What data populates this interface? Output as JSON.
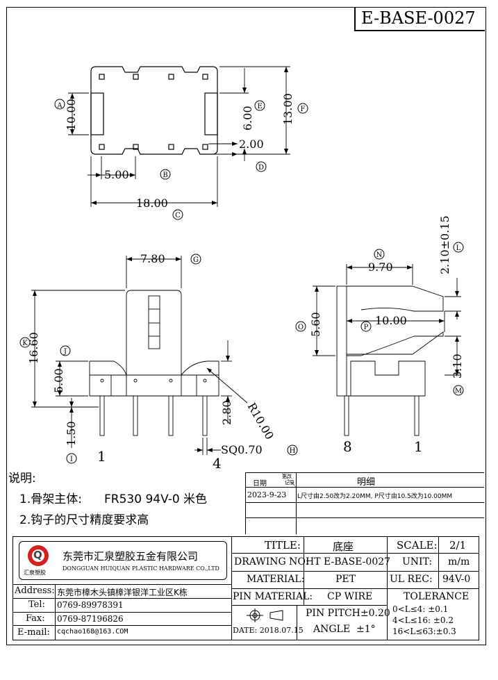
{
  "drawing_id": "E-BASE-0027",
  "top_view": {
    "dim_A": "10.00",
    "label_A": "A",
    "dim_E": "6.00",
    "label_E": "E",
    "dim_F": "13.00",
    "label_F": "F",
    "dim_D": "2.00",
    "label_D": "D",
    "dim_B": "5.00",
    "label_B": "B",
    "dim_C": "18.00",
    "label_C": "C"
  },
  "front_view": {
    "dim_G": "7.80",
    "label_G": "G",
    "dim_K": "16.60",
    "label_K": "K",
    "dim_J": "5.00",
    "label_J": "J",
    "dim_I": "1.50",
    "label_I": "I",
    "dim_pin": "2.80",
    "radius": "R10.00",
    "sq": "SQ0.70",
    "label_H": "H",
    "pin_first": "1",
    "pin_last": "4"
  },
  "side_view": {
    "dim_N": "9.70",
    "label_N": "N",
    "dim_L": "2.10±0.15",
    "label_L": "L",
    "dim_O": "5.60",
    "label_O": "O",
    "dim_P": "10.00",
    "label_P": "P",
    "dim_M": "3.10",
    "label_M": "M",
    "pin_left": "8",
    "pin_right": "1"
  },
  "notes": {
    "title": "说明:",
    "line1_label": "1.骨架主体:",
    "line1_value": "FR530 94V-0 米色",
    "line2": "2.钩子的尺寸精度要求高"
  },
  "revision": {
    "col_date": "日期",
    "col_change_top": "更改",
    "col_change_bottom": "记录",
    "col_detail": "明细",
    "rows": [
      {
        "date": "2023-9-23",
        "detail": "L尺寸由2.50改为2.20MM, P尺寸由10.5改为10.00MM"
      }
    ]
  },
  "title_block": {
    "company_cn": "东莞市汇泉塑胶五金有限公司",
    "company_en": "DONGGUAN HUIQUAN PLASTIC HARDWARE CO.,LTD",
    "logo_text": "汇泉塑胶",
    "logo_letter": "Q",
    "address_label": "Address:",
    "address": "东莞市樟木头镇樟洋银洋工业区K栋",
    "tel_label": "Tel:",
    "tel": "0769-89978391",
    "fax_label": "Fax:",
    "fax": "0769-87196826",
    "email_label": "E-mail:",
    "email": "cqchao168@163.COM",
    "title_label": "TITLE:",
    "title_value": "底座",
    "drawing_no_label": "DRAWING NO:",
    "drawing_no_value": "HT E-BASE-0027",
    "material_label": "MATERIAL:",
    "material_value": "PET",
    "pin_material_label": "PIN MATERIAL:",
    "pin_material_value": "CP WIRE",
    "pin_pitch": "PIN PITCH±0.20",
    "angle_label": "ANGLE",
    "angle_value": "±1°",
    "date": "DATE: 2018.07.15",
    "scale_label": "SCALE:",
    "scale_value": "2/1",
    "unit_label": "UNIT:",
    "unit_value": "m/m",
    "ul_label": "UL REC:",
    "ul_value": "94V-0",
    "tolerance_label": "TOLERANCE",
    "tol1": "0<L≤4:  ±0.1",
    "tol2": "4<L≤16:  ±0.2",
    "tol3": "16<L≤63:±0.3"
  }
}
